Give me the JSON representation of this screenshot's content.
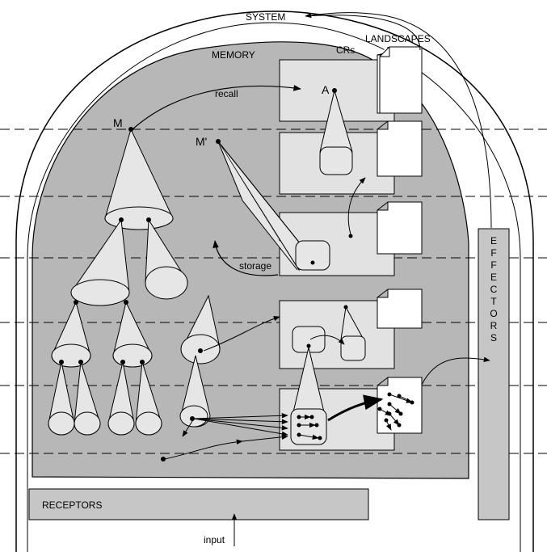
{
  "labels": {
    "system": "SYSTEM",
    "memory": "MEMORY",
    "crs": "CRs",
    "landscapes": "LANDSCAPES",
    "recall": "recall",
    "storage": "storage",
    "m": "M",
    "m_prime": "M'",
    "a": "A",
    "receptors": "RECEPTORS",
    "input": "input",
    "effectors": [
      "E",
      "F",
      "F",
      "E",
      "C",
      "T",
      "O",
      "R",
      "S"
    ]
  },
  "colors": {
    "memory_fill": "#b7b7b7",
    "box_fill": "#e2e2e2",
    "cone_fill": "#e6e6e6",
    "bar_fill": "#c6c6c6",
    "stroke": "#000000"
  }
}
